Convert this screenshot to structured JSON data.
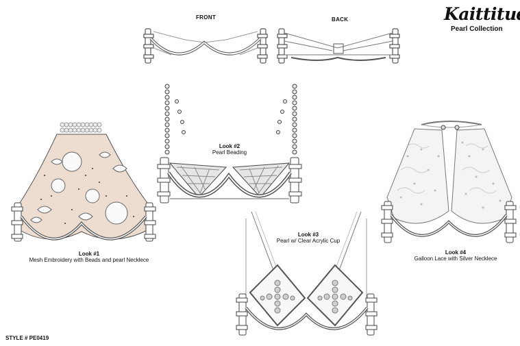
{
  "brand": {
    "name": "Kaittitude",
    "collection": "Pearl Collection"
  },
  "views": {
    "front_label": "FRONT",
    "back_label": "BACK"
  },
  "looks": [
    {
      "title": "Look #1",
      "description": "Mesh Embroidery with Beads and pearl Necklece"
    },
    {
      "title": "Look #2",
      "description": "Pearl Beading"
    },
    {
      "title": "Look #3",
      "description": "Pearl w/ Clear Acrylic Cup"
    },
    {
      "title": "Look #4",
      "description": "Galloon Lace with Silver Necklece"
    }
  ],
  "style_number": "STYLE # PE0419",
  "colors": {
    "line": "#333333",
    "mesh": "#eddcd0",
    "pearl": "#cfcfcf",
    "lace": "#f4f4f4"
  }
}
